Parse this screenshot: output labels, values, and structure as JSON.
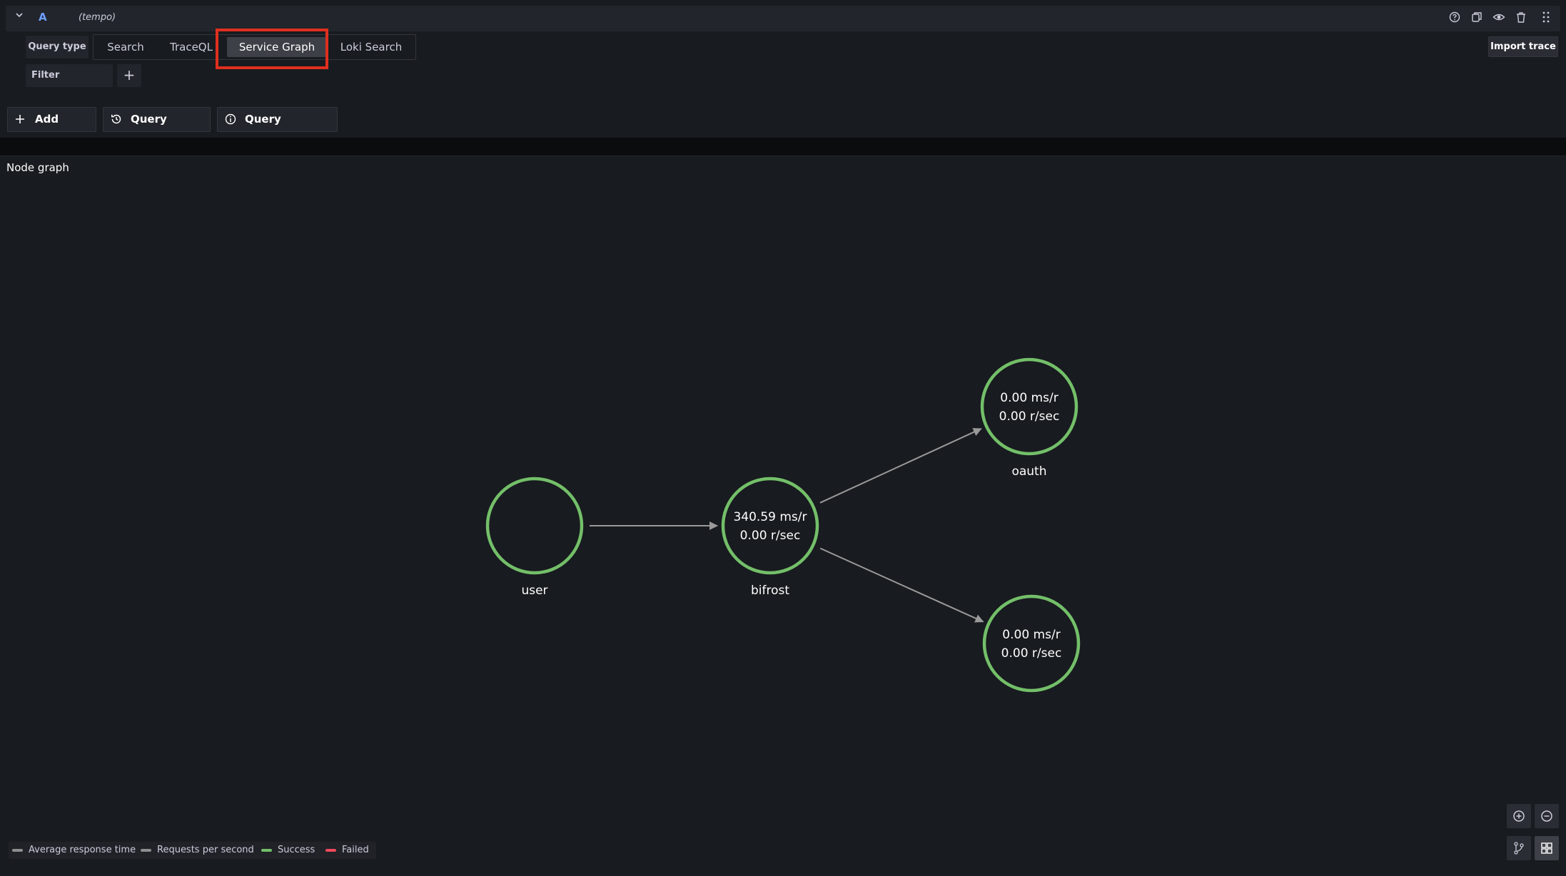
{
  "query": {
    "ref_id": "A",
    "datasource": "(tempo)",
    "query_type_label": "Query type",
    "tabs": [
      {
        "label": "Search"
      },
      {
        "label": "TraceQL"
      },
      {
        "label": "Service Graph"
      },
      {
        "label": "Loki Search"
      }
    ],
    "active_tab": "Service Graph",
    "import_label": "Import trace",
    "filter_label": "Filter",
    "filter_add": "+"
  },
  "toolbar": {
    "add_query": "Add query",
    "query_history": "Query history",
    "query_inspector": "Query inspector"
  },
  "panel": {
    "title": "Node graph"
  },
  "graph": {
    "nodes": [
      {
        "id": "user",
        "label": "user",
        "line1": "",
        "line2": ""
      },
      {
        "id": "bifrost",
        "label": "bifrost",
        "line1": "340.59 ms/r",
        "line2": "0.00 r/sec"
      },
      {
        "id": "oauth",
        "label": "oauth",
        "line1": "0.00 ms/r",
        "line2": "0.00 r/sec"
      },
      {
        "id": "node4",
        "label": "",
        "line1": "0.00 ms/r",
        "line2": "0.00 r/sec"
      }
    ],
    "edges": [
      {
        "from": "user",
        "to": "bifrost"
      },
      {
        "from": "bifrost",
        "to": "oauth"
      },
      {
        "from": "bifrost",
        "to": "node4"
      }
    ]
  },
  "legend": {
    "items": [
      {
        "label": "Average response time",
        "color": "#8e8e8e"
      },
      {
        "label": "Requests per second",
        "color": "#8e8e8e"
      },
      {
        "label": "Success",
        "color": "#73bf69"
      },
      {
        "label": "Failed",
        "color": "#f2495c"
      }
    ]
  },
  "colors": {
    "node_ring": "#73bf69",
    "edge": "#9a9a9a",
    "highlight": "#e02f1f",
    "accent": "#6e9fff"
  },
  "icons": {
    "header": [
      "help-icon",
      "duplicate-icon",
      "eye-icon",
      "trash-icon",
      "drag-handle-icon"
    ],
    "controls": [
      "zoom-in-icon",
      "zoom-out-icon",
      "layout-graph-icon",
      "layout-grid-icon"
    ]
  }
}
